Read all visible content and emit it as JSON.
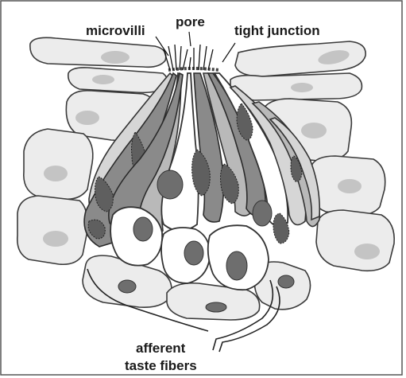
{
  "labels": {
    "microvilli": "microvilli",
    "pore": "pore",
    "tight_junction": "tight junction",
    "afferent_line1": "afferent",
    "afferent_line2": "taste fibers"
  }
}
